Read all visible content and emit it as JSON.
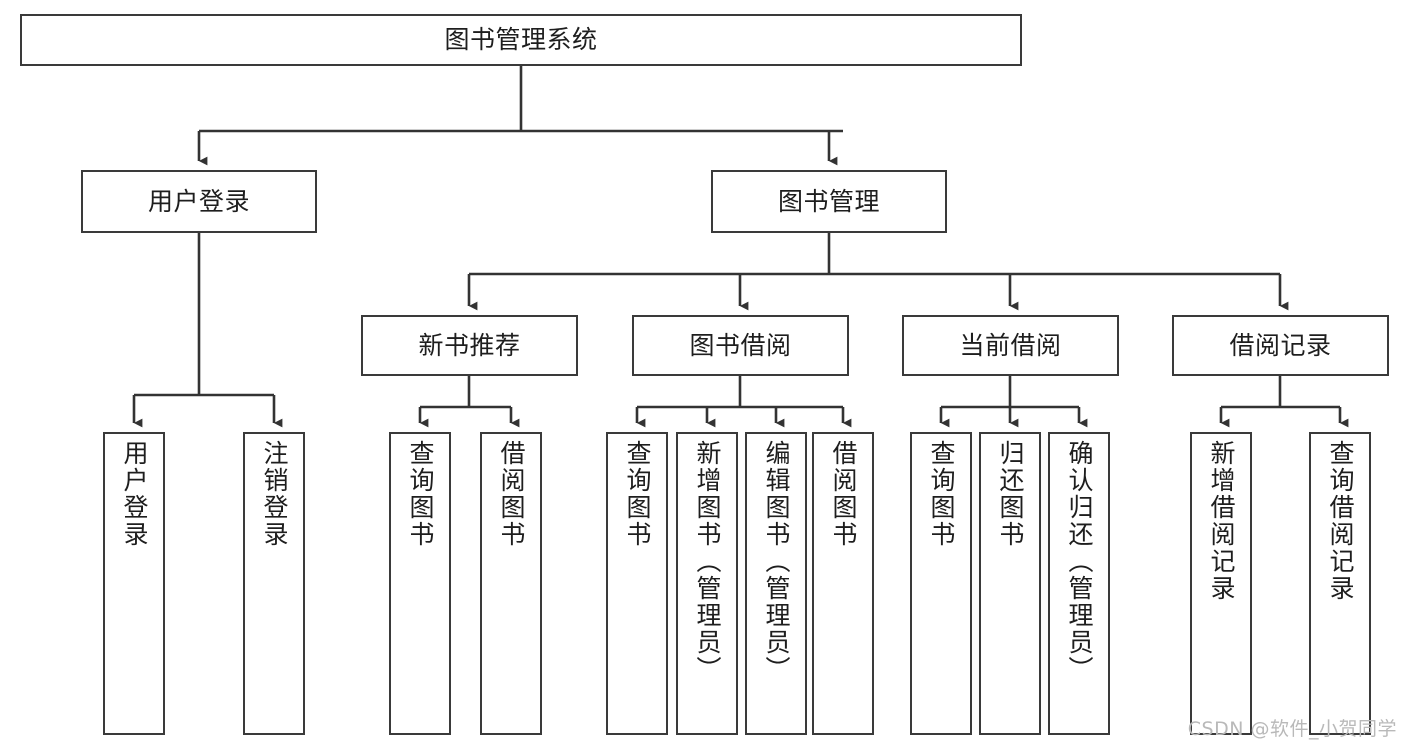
{
  "diagram": {
    "title": "图书管理系统",
    "type": "functional-structure-tree",
    "watermark": "CSDN @软件_小贺同学",
    "colors": {
      "box_border": "#3a3a3a",
      "box_fill": "#ffffff",
      "line": "#333333",
      "text": "#1e1e1e",
      "watermark": "#b9b9b9"
    },
    "root": {
      "label": "图书管理系统"
    },
    "level2": [
      {
        "label": "用户登录"
      },
      {
        "label": "图书管理"
      }
    ],
    "level3": [
      {
        "label": "新书推荐"
      },
      {
        "label": "图书借阅"
      },
      {
        "label": "当前借阅"
      },
      {
        "label": "借阅记录"
      }
    ],
    "leaves": {
      "user_login": [
        {
          "label": "用户登录"
        },
        {
          "label": "注销登录"
        }
      ],
      "new_book": [
        {
          "label": "查询图书"
        },
        {
          "label": "借阅图书"
        }
      ],
      "book_borrow": [
        {
          "label": "查询图书"
        },
        {
          "label": "新增图书（管理员）"
        },
        {
          "label": "编辑图书（管理员）"
        },
        {
          "label": "借阅图书"
        }
      ],
      "current_borrow": [
        {
          "label": "查询图书"
        },
        {
          "label": "归还图书"
        },
        {
          "label": "确认归还（管理员）"
        }
      ],
      "borrow_record": [
        {
          "label": "新增借阅记录"
        },
        {
          "label": "查询借阅记录"
        }
      ]
    }
  }
}
